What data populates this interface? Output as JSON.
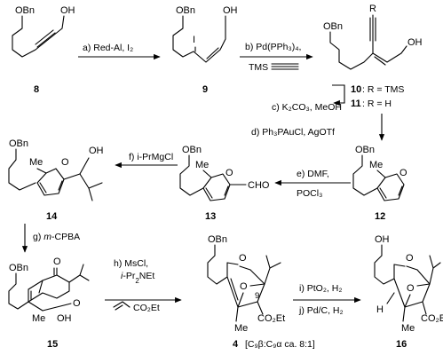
{
  "compounds": {
    "c8": {
      "label": "8"
    },
    "c9": {
      "label": "9"
    },
    "c10": {
      "label": "10",
      "desc": ": R = TMS"
    },
    "c11": {
      "label": "11",
      "desc": ": R = H"
    },
    "c12": {
      "label": "12"
    },
    "c13": {
      "label": "13"
    },
    "c14": {
      "label": "14"
    },
    "c15": {
      "label": "15"
    },
    "c4": {
      "label": "4",
      "ratio": "[C₉β:C₉α ca. 8:1]"
    },
    "c16": {
      "label": "16"
    }
  },
  "atoms": {
    "obn": "OBn",
    "oh": "OH",
    "i": "I",
    "r": "R",
    "o": "O",
    "me": "Me",
    "cho": "CHO",
    "co2et": "CO₂Et",
    "c9num": "9",
    "h": "H"
  },
  "steps": {
    "a": "a) Red-Al, I₂",
    "b1": "b) Pd(PPh₃)₄,",
    "b2": "TMS",
    "c": "c) K₂CO₃, MeOH",
    "d": "d) Ph₃PAuCl, AgOTf",
    "e1": "e) DMF,",
    "e2": "POCl₃",
    "f": "f) i-PrMgCl",
    "g": "g) m-CPBA",
    "h1": "h) MsCl,",
    "h2": "i-Pr₂NEt",
    "h3": "CO₂Et",
    "i": "i) PtO₂, H₂",
    "j": "j) Pd/C, H₂"
  }
}
